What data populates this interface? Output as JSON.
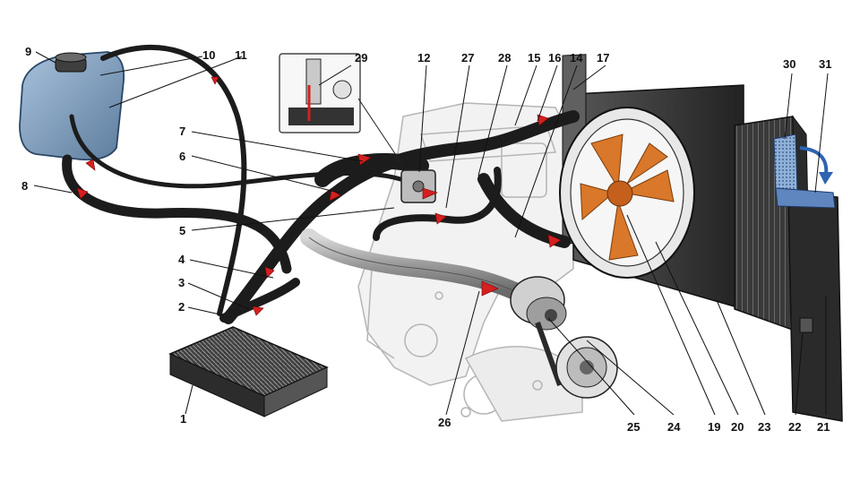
{
  "colors": {
    "background": "#ffffff",
    "hose": "#1c1c1c",
    "hose_highlight": "#4a4a4a",
    "pipe": "#9a9a9a",
    "flow_arrow": "#d42020",
    "fan_blade": "#d9772a",
    "radiator": "#3a3a3a",
    "reservoir": "#7f9fc0",
    "engine_outline": "#b5b5b5",
    "leader_line": "#111111"
  },
  "icons": {
    "flow_arrow": "red-flow-arrow-icon",
    "rotation_arrow": "curved-blue-arrow-icon"
  },
  "labels": {
    "n1": "1",
    "n2": "2",
    "n3": "3",
    "n4": "4",
    "n5": "5",
    "n6": "6",
    "n7": "7",
    "n8": "8",
    "n9": "9",
    "n10": "10",
    "n11": "11",
    "n12": "12",
    "n14": "14",
    "n15": "15",
    "n16": "16",
    "n17": "17",
    "n19": "19",
    "n20": "20",
    "n21": "21",
    "n22": "22",
    "n23": "23",
    "n24": "24",
    "n25": "25",
    "n26": "26",
    "n27": "27",
    "n28": "28",
    "n29": "29",
    "n30": "30",
    "n31": "31"
  }
}
